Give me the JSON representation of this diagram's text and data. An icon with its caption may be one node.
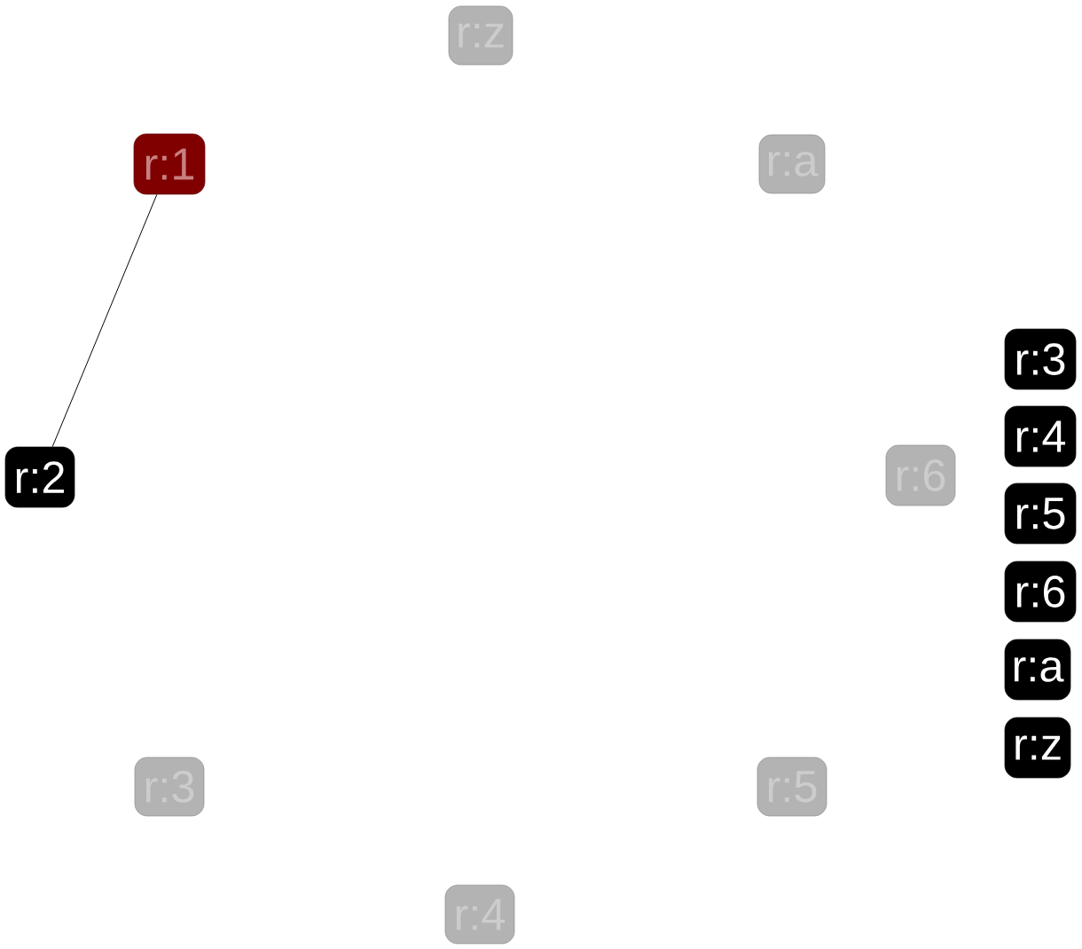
{
  "diagram": {
    "nodes": [
      {
        "text": [
          "r:z"
        ]
      },
      {
        "text": [
          "r:1"
        ]
      },
      {
        "text": [
          "r:a"
        ]
      },
      {
        "text": [
          "r:2"
        ]
      },
      {
        "text": [
          "r:6"
        ]
      },
      {
        "text": [
          "r:3"
        ]
      },
      {
        "text": [
          "r:5"
        ]
      },
      {
        "text": [
          "r:4"
        ]
      },
      {
        "text": [
          "r:3"
        ]
      },
      {
        "text": [
          "r:4"
        ]
      },
      {
        "text": [
          "r:5"
        ]
      },
      {
        "text": [
          "r:6"
        ]
      },
      {
        "text": [
          "r:a"
        ]
      },
      {
        "text": [
          "r:z"
        ]
      }
    ],
    "edges": [
      {
        "from": 1,
        "to": 3,
        "arrow": "none"
      }
    ]
  }
}
